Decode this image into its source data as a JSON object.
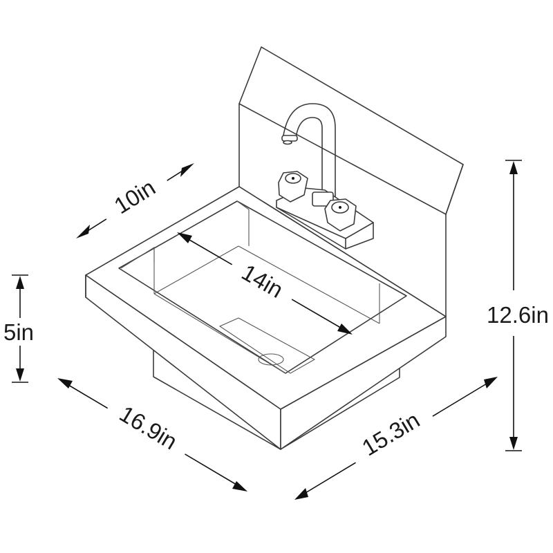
{
  "dimensions": {
    "depth_label": "10in",
    "basin_width_label": "14in",
    "bowl_depth_label": "5in",
    "height_label": "12.6in",
    "width_label": "16.9in",
    "overall_depth_label": "15.3in"
  },
  "colors": {
    "line": "#3a3a3a",
    "dimension": "#111111",
    "background": "#ffffff"
  }
}
